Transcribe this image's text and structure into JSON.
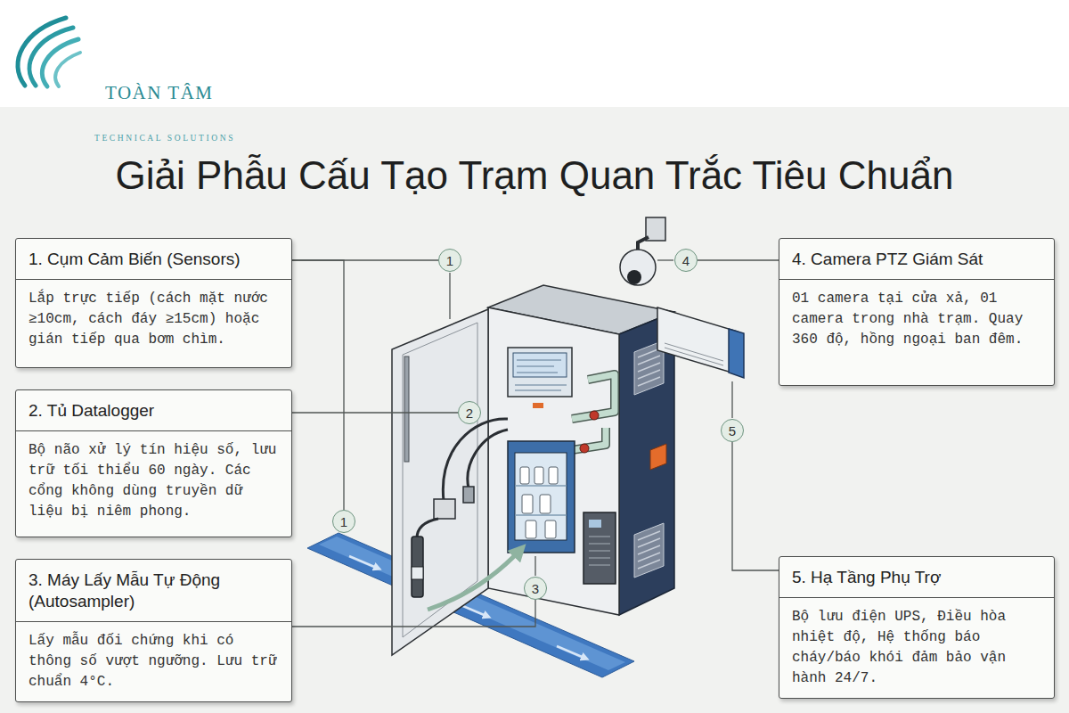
{
  "diagram": {
    "title": "Giải Phẫu Cấu Tạo Trạm Quan Trắc Tiêu Chuẩn",
    "nodes": [
      {
        "text": [
          "1. Cụm Cảm Biến (Sensors)",
          "Lắp trực tiếp (cách mặt nước ≥10cm, cách đáy ≥15cm) hoặc gián tiếp qua bơm chìm."
        ]
      },
      {
        "text": [
          "2. Tủ Datalogger",
          "Bộ não xử lý tín hiệu số, lưu trữ tối thiểu 60 ngày. Các cổng không dùng truyền dữ liệu bị niêm phong."
        ]
      },
      {
        "text": [
          "3. Máy Lấy Mẫu Tự Động (Autosampler)",
          "Lấy mẫu đối chứng khi có thông số vượt ngưỡng. Lưu trữ chuẩn 4°C."
        ]
      },
      {
        "text": [
          "4. Camera PTZ Giám Sát",
          "01 camera tại cửa xả, 01 camera trong nhà trạm. Quay 360 độ, hồng ngoại ban đêm."
        ]
      },
      {
        "text": [
          "5. Hạ Tầng Phụ Trợ",
          "Bộ lưu điện UPS, Điều hòa nhiệt độ, Hệ thống báo cháy/báo khói đảm bảo vận hành 24/7."
        ]
      },
      {
        "text": [
          "1"
        ]
      },
      {
        "text": [
          "2"
        ]
      },
      {
        "text": [
          "1"
        ]
      },
      {
        "text": [
          "3"
        ]
      },
      {
        "text": [
          "4"
        ]
      },
      {
        "text": [
          "5"
        ]
      }
    ],
    "edges": [
      {
        "from": 0,
        "to": 5,
        "arrow": "none"
      },
      {
        "from": 0,
        "to": 7,
        "arrow": "none"
      },
      {
        "from": 1,
        "to": 6,
        "arrow": "none"
      },
      {
        "from": 2,
        "to": 8,
        "arrow": "none"
      },
      {
        "from": 3,
        "to": 9,
        "arrow": "none"
      },
      {
        "from": 4,
        "to": 10,
        "arrow": "none"
      }
    ],
    "labels": [
      "TOÀN TÂM",
      "TECHNICAL SOLUTIONS"
    ]
  }
}
